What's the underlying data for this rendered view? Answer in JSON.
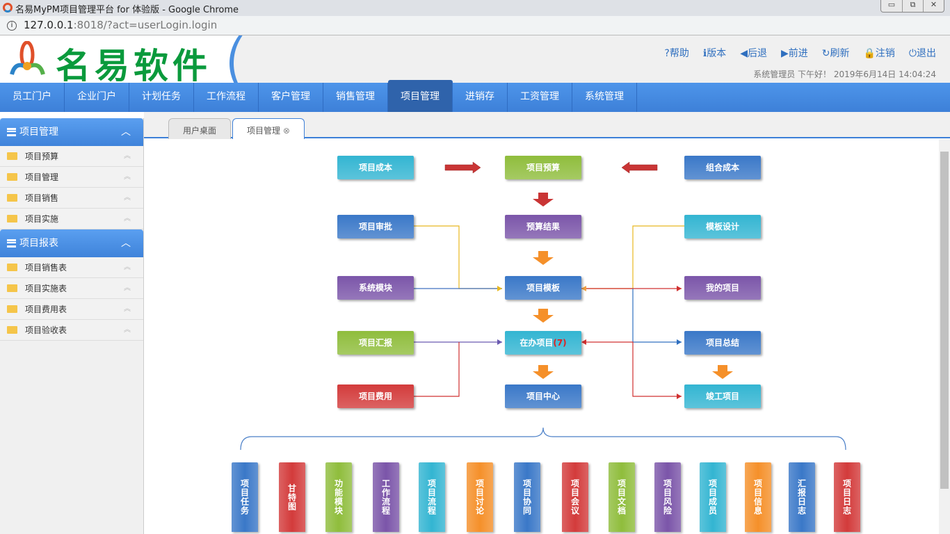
{
  "window": {
    "title": "名易MyPM项目管理平台 for 体验版 - Google Chrome",
    "url_host": "127.0.0.1",
    "url_rest": ":8018/?act=userLogin.login",
    "buttons": [
      "▭",
      "⧉",
      "✕"
    ]
  },
  "brand": {
    "name": "名易软件"
  },
  "toplinks": [
    {
      "icon": "?",
      "label": "帮助"
    },
    {
      "icon": "ℹ",
      "label": "版本"
    },
    {
      "icon": "◀",
      "label": "后退"
    },
    {
      "icon": "▶",
      "label": "前进"
    },
    {
      "icon": "↻",
      "label": "刷新"
    },
    {
      "icon": "🔒",
      "label": "注销"
    },
    {
      "icon": "⏻",
      "label": "退出"
    }
  ],
  "welcome": "系统管理员 下午好！ 2019年6月14日 14:04:24",
  "nav": [
    "员工门户",
    "企业门户",
    "计划任务",
    "工作流程",
    "客户管理",
    "销售管理",
    "项目管理",
    "进销存",
    "工资管理",
    "系统管理"
  ],
  "nav_active": 6,
  "sidebar": [
    {
      "title": "项目管理",
      "items": [
        "项目预算",
        "项目管理",
        "项目销售",
        "项目实施"
      ]
    },
    {
      "title": "项目报表",
      "items": [
        "项目销售表",
        "项目实施表",
        "项目费用表",
        "项目验收表"
      ]
    }
  ],
  "tabs": [
    "用户桌面",
    "项目管理"
  ],
  "colors": {
    "cyan": "#33b5d2",
    "green": "#8fbd3c",
    "blue": "#3a78c8",
    "purple": "#7b55a9",
    "red": "#d33b3b",
    "orange": "#f5902a"
  },
  "flow": [
    {
      "label": "项目成本",
      "color": "cyan",
      "col": 0,
      "row": 0
    },
    {
      "label": "项目预算",
      "color": "green",
      "col": 1,
      "row": 0
    },
    {
      "label": "组合成本",
      "color": "blue",
      "col": 2,
      "row": 0
    },
    {
      "label": "项目审批",
      "color": "blue",
      "col": 0,
      "row": 1
    },
    {
      "label": "预算结果",
      "color": "purple",
      "col": 1,
      "row": 1
    },
    {
      "label": "模板设计",
      "color": "cyan",
      "col": 2,
      "row": 1
    },
    {
      "label": "系统模块",
      "color": "purple",
      "col": 0,
      "row": 2
    },
    {
      "label": "项目模板",
      "color": "blue",
      "col": 1,
      "row": 2
    },
    {
      "label": "我的项目",
      "color": "purple",
      "col": 2,
      "row": 2
    },
    {
      "label": "项目汇报",
      "color": "green",
      "col": 0,
      "row": 3
    },
    {
      "label": "在办项目",
      "badge": "(7)",
      "color": "cyan",
      "col": 1,
      "row": 3
    },
    {
      "label": "项目总结",
      "color": "blue",
      "col": 2,
      "row": 3
    },
    {
      "label": "项目费用",
      "color": "red",
      "col": 0,
      "row": 4
    },
    {
      "label": "项目中心",
      "color": "blue",
      "col": 1,
      "row": 4
    },
    {
      "label": "竣工项目",
      "color": "cyan",
      "col": 2,
      "row": 4
    }
  ],
  "modules": [
    {
      "label": "项目任务",
      "color": "blue"
    },
    {
      "label": "甘特图",
      "color": "red"
    },
    {
      "label": "功能模块",
      "color": "green"
    },
    {
      "label": "工作流程",
      "color": "purple"
    },
    {
      "label": "项目流程",
      "color": "cyan"
    },
    {
      "label": "项目讨论",
      "color": "orange"
    },
    {
      "label": "项目协同",
      "color": "blue"
    },
    {
      "label": "项目会议",
      "color": "red"
    },
    {
      "label": "项目文档",
      "color": "green"
    },
    {
      "label": "项目风险",
      "color": "purple"
    },
    {
      "label": "项目成员",
      "color": "cyan"
    },
    {
      "label": "项目信息",
      "color": "orange"
    },
    {
      "label": "汇报日志",
      "color": "blue"
    },
    {
      "label": "项目日志",
      "color": "red"
    }
  ]
}
